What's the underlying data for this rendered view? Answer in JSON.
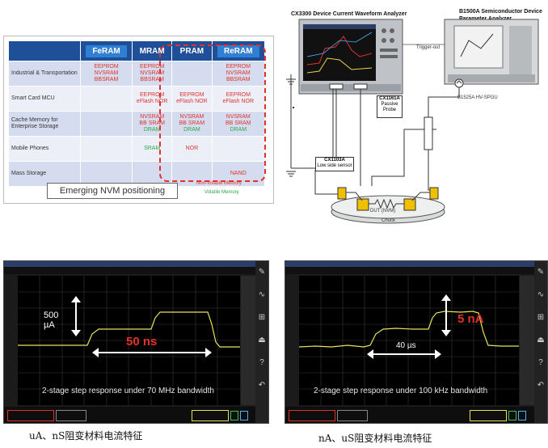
{
  "table": {
    "headers": [
      "FeRAM",
      "MRAM",
      "PRAM",
      "ReRAM"
    ],
    "rows": [
      {
        "app": "Industrial & Transportation",
        "feram": [
          "EEPROM",
          "NVSRAM",
          "BBSRAM"
        ],
        "mram": [
          "EEPROM",
          "NVSRAM",
          "BBSRAM"
        ],
        "pram": [],
        "reram": [
          "EEPROM",
          "NVSRAM",
          "BBSRAM"
        ]
      },
      {
        "app": "Smart Card MCU",
        "feram": [],
        "mram": [
          "EEPROM",
          "eFlash NOR"
        ],
        "pram": [
          "EEPROM",
          "eFlash NOR"
        ],
        "reram": [
          "EEPROM",
          "eFlash NOR"
        ]
      },
      {
        "app": "Cache Memory for Enterprise Storage",
        "feram": [],
        "mram": [
          "NVSRAM",
          "BB SRAM",
          "DRAM"
        ],
        "pram": [
          "NVSRAM",
          "BB SRAM",
          "DRAM"
        ],
        "reram": [
          "NVSRAM",
          "BB SRAM",
          "DRAM"
        ]
      },
      {
        "app": "Mobile Phones",
        "feram": [],
        "mram": [
          "SRAM"
        ],
        "pram": [
          "NOR"
        ],
        "reram": []
      },
      {
        "app": "Mass Storage",
        "feram": [],
        "mram": [],
        "pram": [],
        "reram": [
          "NAND"
        ]
      }
    ],
    "title": "Emerging NVM positioning",
    "legend_nonvolatile": "Non-Volatile Memory",
    "legend_volatile": "Volatile Memory"
  },
  "setup": {
    "cx3300_title": "CX3300 Device Current Waveform Analyzer",
    "b1500_title": "B1500A Semiconductor Device Parameter Analyzer",
    "trigger": "Trigger-out",
    "spgu": "B1525A HV-SPGU",
    "probe_name": "CX1161A",
    "probe_desc": "Passive Probe",
    "sensor_name": "CX1103A",
    "sensor_desc": "Low side sensor",
    "dut": "DUT (NVM)",
    "chuck": "Chuck"
  },
  "scope_left": {
    "amp_label": "500",
    "amp_unit": "µA",
    "time_label": "50 ns",
    "caption": "2-stage step response under 70 MHz bandwidth"
  },
  "scope_right": {
    "amp_label": "5 nA",
    "time_label": "40 µs",
    "caption": "2-stage step response under 100 kHz bandwidth"
  },
  "captions": {
    "left": "uA、nS阻变材料电流特征",
    "right": "nA、uS阻变材料电流特征"
  }
}
